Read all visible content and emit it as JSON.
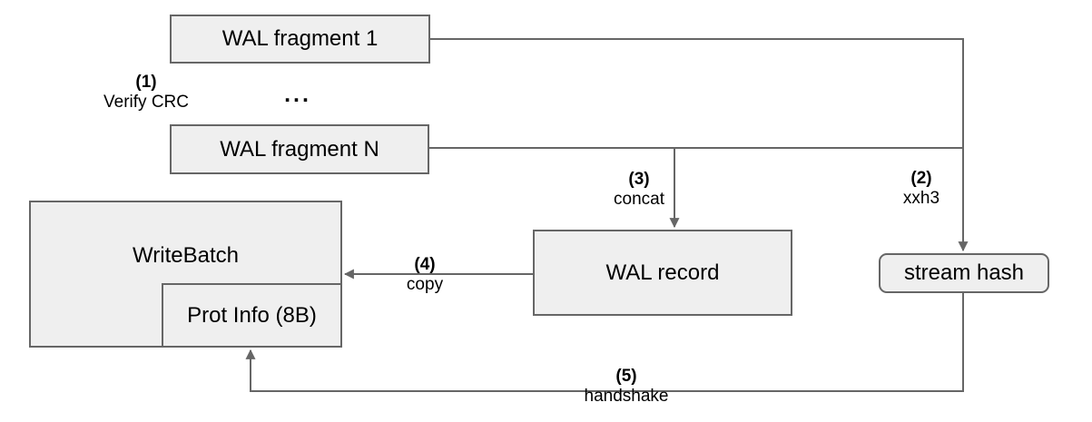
{
  "diagram": {
    "colors": {
      "node_fill": "#efefef",
      "node_border": "#666666",
      "edge": "#666666",
      "text": "#000000",
      "background": "#ffffff"
    },
    "nodes": [
      {
        "id": "wal-fragment-1",
        "label": "WAL fragment 1"
      },
      {
        "id": "wal-fragment-n",
        "label": "WAL fragment N"
      },
      {
        "id": "writebatch",
        "label": "WriteBatch"
      },
      {
        "id": "prot-info",
        "label": "Prot Info (8B)"
      },
      {
        "id": "wal-record",
        "label": "WAL record"
      },
      {
        "id": "stream-hash",
        "label": "stream hash"
      }
    ],
    "ellipsis": "...",
    "steps": [
      {
        "num": "(1)",
        "label": "Verify CRC"
      },
      {
        "num": "(2)",
        "label": "xxh3"
      },
      {
        "num": "(3)",
        "label": "concat"
      },
      {
        "num": "(4)",
        "label": "copy"
      },
      {
        "num": "(5)",
        "label": "handshake"
      }
    ],
    "edges": [
      {
        "from": "wal-fragment-1",
        "to": "stream-hash",
        "step": "(2) xxh3"
      },
      {
        "from": "wal-fragment-n",
        "to": "stream-hash",
        "step": "(2) xxh3"
      },
      {
        "from": "wal-fragment-n",
        "to": "wal-record",
        "step": "(3) concat"
      },
      {
        "from": "wal-record",
        "to": "writebatch",
        "step": "(4) copy"
      },
      {
        "from": "stream-hash",
        "to": "prot-info",
        "step": "(5) handshake"
      }
    ]
  }
}
